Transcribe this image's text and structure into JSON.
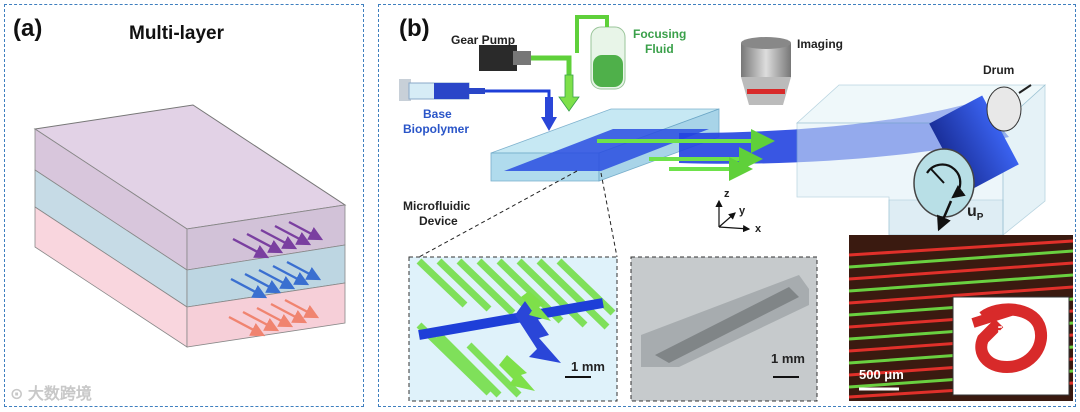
{
  "panel_a": {
    "letter": "(a)",
    "title": "Multi-layer"
  },
  "panel_b": {
    "letter": "(b)",
    "gear_pump": "Gear Pump",
    "focusing_fluid_line1": "Focusing",
    "focusing_fluid_line2": "Fluid",
    "imaging": "Imaging",
    "drum": "Drum",
    "base_biopolymer_line1": "Base",
    "base_biopolymer_line2": "Biopolymer",
    "microfluidic_line1": "Microfluidic",
    "microfluidic_line2": "Device",
    "axis_z": "z",
    "axis_y": "y",
    "axis_x": "x",
    "velocity": "u",
    "velocity_sub": "P",
    "scale_1": "1 mm",
    "scale_2": "1 mm",
    "scale_3": "500 μm"
  },
  "watermark": "大数跨境",
  "colors": {
    "frame": "#3f7fbf",
    "purple_arrow": "#7a3fa0",
    "blue_arrow": "#3a6fd0",
    "salmon_arrow": "#f08470",
    "green_fluid": "#5fd03a",
    "blue_fluid": "#1e3fd8"
  }
}
